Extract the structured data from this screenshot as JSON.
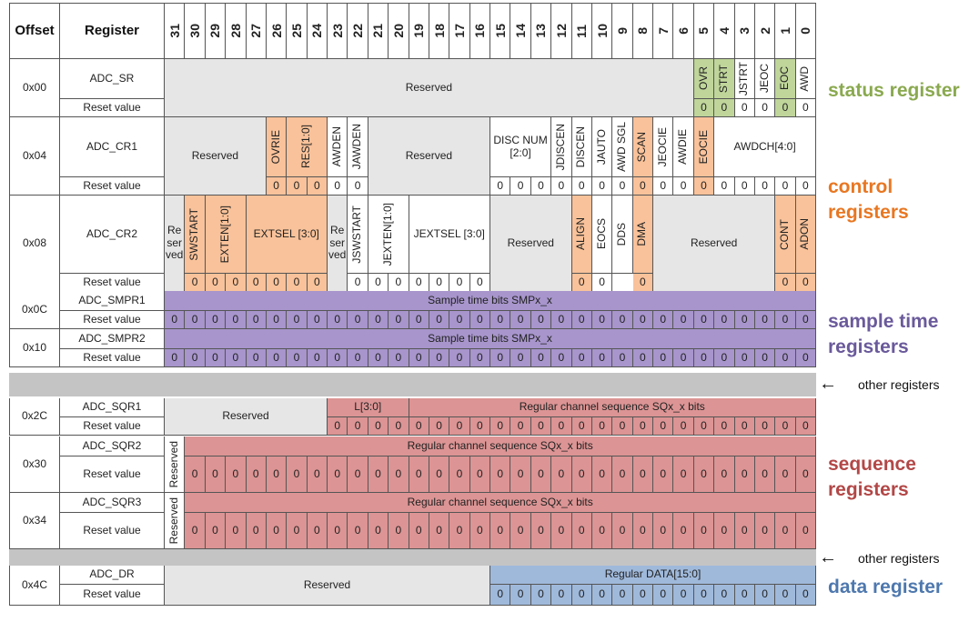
{
  "header": {
    "offset": "Offset",
    "register": "Register"
  },
  "bits": [
    "31",
    "30",
    "29",
    "28",
    "27",
    "26",
    "25",
    "24",
    "23",
    "22",
    "21",
    "20",
    "19",
    "18",
    "17",
    "16",
    "15",
    "14",
    "13",
    "12",
    "11",
    "10",
    "9",
    "8",
    "7",
    "6",
    "5",
    "4",
    "3",
    "2",
    "1",
    "0"
  ],
  "rows": [
    {
      "offset": "0x00",
      "name": "ADC_SR",
      "reset": "Reset value",
      "fields": [
        {
          "from": 31,
          "to": 6,
          "label": "Reserved",
          "color": "g"
        },
        {
          "from": 5,
          "to": 5,
          "label": "OVR",
          "color": "gr",
          "v": 1
        },
        {
          "from": 4,
          "to": 4,
          "label": "STRT",
          "color": "gr",
          "v": 1
        },
        {
          "from": 3,
          "to": 3,
          "label": "JSTRT",
          "color": "w",
          "v": 1
        },
        {
          "from": 2,
          "to": 2,
          "label": "JEOC",
          "color": "w",
          "v": 1
        },
        {
          "from": 1,
          "to": 1,
          "label": "EOC",
          "color": "gr",
          "v": 1
        },
        {
          "from": 0,
          "to": 0,
          "label": "AWD",
          "color": "w",
          "v": 1
        }
      ],
      "resets": {
        "5": "0",
        "4": "0",
        "3": "0",
        "2": "0",
        "1": "0",
        "0": "0"
      }
    },
    {
      "offset": "0x04",
      "name": "ADC_CR1",
      "reset": "Reset value",
      "fields": [
        {
          "from": 31,
          "to": 27,
          "label": "Reserved",
          "color": "g"
        },
        {
          "from": 26,
          "to": 26,
          "label": "OVRIE",
          "color": "o",
          "v": 1
        },
        {
          "from": 25,
          "to": 24,
          "label": "RES[1:0]",
          "color": "o",
          "v": 1
        },
        {
          "from": 23,
          "to": 23,
          "label": "AWDEN",
          "color": "w",
          "v": 1
        },
        {
          "from": 22,
          "to": 22,
          "label": "JAWDEN",
          "color": "w",
          "v": 1
        },
        {
          "from": 21,
          "to": 16,
          "label": "Reserved",
          "color": "g"
        },
        {
          "from": 15,
          "to": 13,
          "label": "DISC NUM [2:0]",
          "color": "w"
        },
        {
          "from": 12,
          "to": 12,
          "label": "JDISCEN",
          "color": "w",
          "v": 1
        },
        {
          "from": 11,
          "to": 11,
          "label": "DISCEN",
          "color": "w",
          "v": 1
        },
        {
          "from": 10,
          "to": 10,
          "label": "JAUTO",
          "color": "w",
          "v": 1
        },
        {
          "from": 9,
          "to": 9,
          "label": "AWD SGL",
          "color": "w",
          "v": 1
        },
        {
          "from": 8,
          "to": 8,
          "label": "SCAN",
          "color": "o",
          "v": 1
        },
        {
          "from": 7,
          "to": 7,
          "label": "JEOCIE",
          "color": "w",
          "v": 1
        },
        {
          "from": 6,
          "to": 6,
          "label": "AWDIE",
          "color": "w",
          "v": 1
        },
        {
          "from": 5,
          "to": 5,
          "label": "EOCIE",
          "color": "o",
          "v": 1
        },
        {
          "from": 4,
          "to": 0,
          "label": "AWDCH[4:0]",
          "color": "w"
        }
      ],
      "resets": {
        "26": "0",
        "25": "0",
        "24": "0",
        "23": "0",
        "22": "0",
        "15": "0",
        "14": "0",
        "13": "0",
        "12": "0",
        "11": "0",
        "10": "0",
        "9": "0",
        "8": "0",
        "7": "0",
        "6": "0",
        "5": "0",
        "4": "0",
        "3": "0",
        "2": "0",
        "1": "0",
        "0": "0"
      }
    },
    {
      "offset": "0x08",
      "name": "ADC_CR2",
      "reset": "Reset value",
      "fields": [
        {
          "from": 31,
          "to": 31,
          "label": "Re ser ved",
          "color": "g"
        },
        {
          "from": 30,
          "to": 30,
          "label": "SWSTART",
          "color": "o",
          "v": 1
        },
        {
          "from": 29,
          "to": 28,
          "label": "EXTEN[1:0]",
          "color": "o",
          "v": 1
        },
        {
          "from": 27,
          "to": 24,
          "label": "EXTSEL [3:0]",
          "color": "o"
        },
        {
          "from": 23,
          "to": 23,
          "label": "Re ser ved",
          "color": "g"
        },
        {
          "from": 22,
          "to": 22,
          "label": "JSWSTART",
          "color": "w",
          "v": 1
        },
        {
          "from": 21,
          "to": 20,
          "label": "JEXTEN[1:0]",
          "color": "w",
          "v": 1
        },
        {
          "from": 19,
          "to": 16,
          "label": "JEXTSEL [3:0]",
          "color": "w"
        },
        {
          "from": 15,
          "to": 12,
          "label": "Reserved",
          "color": "g"
        },
        {
          "from": 11,
          "to": 11,
          "label": "ALIGN",
          "color": "o",
          "v": 1
        },
        {
          "from": 10,
          "to": 10,
          "label": "EOCS",
          "color": "w",
          "v": 1
        },
        {
          "from": 9,
          "to": 9,
          "label": "DDS",
          "color": "w",
          "v": 1
        },
        {
          "from": 8,
          "to": 8,
          "label": "DMA",
          "color": "o",
          "v": 1
        },
        {
          "from": 7,
          "to": 2,
          "label": "Reserved",
          "color": "g"
        },
        {
          "from": 1,
          "to": 1,
          "label": "CONT",
          "color": "o",
          "v": 1
        },
        {
          "from": 0,
          "to": 0,
          "label": "ADON",
          "color": "o",
          "v": 1
        }
      ],
      "resets": {
        "30": "0",
        "29": "0",
        "28": "0",
        "27": "0",
        "26": "0",
        "25": "0",
        "24": "0",
        "22": "0",
        "21": "0",
        "20": "0",
        "19": "0",
        "18": "0",
        "17": "0",
        "16": "0",
        "11": "0",
        "10": "0",
        "8": "0",
        "1": "0",
        "0": "0"
      }
    },
    {
      "offset": "0x0C",
      "name": "ADC_SMPR1",
      "reset": "Reset value",
      "thin": true,
      "fields": [
        {
          "from": 31,
          "to": 0,
          "label": "Sample time bits SMPx_x",
          "color": "p"
        }
      ],
      "allreset": "p"
    },
    {
      "offset": "0x10",
      "name": "ADC_SMPR2",
      "reset": "Reset value",
      "thin": true,
      "fields": [
        {
          "from": 31,
          "to": 0,
          "label": "Sample time bits SMPx_x",
          "color": "p"
        }
      ],
      "allreset": "p"
    },
    {
      "offset": "0x2C",
      "name": "ADC_SQR1",
      "reset": "Reset value",
      "thin": true,
      "fields": [
        {
          "from": 31,
          "to": 24,
          "label": "Reserved",
          "color": "g",
          "span": true
        },
        {
          "from": 23,
          "to": 20,
          "label": "L[3:0]",
          "color": "r"
        },
        {
          "from": 19,
          "to": 0,
          "label": "Regular channel sequence SQx_x bits",
          "color": "r"
        }
      ],
      "fromreset": 23
    },
    {
      "offset": "0x30",
      "name": "ADC_SQR2",
      "reset": "Reset value",
      "fields": [
        {
          "from": 31,
          "to": 31,
          "label": "Reserved",
          "color": "w",
          "span": true,
          "v": 1
        },
        {
          "from": 30,
          "to": 0,
          "label": "Regular channel sequence SQx_x bits",
          "color": "r"
        }
      ],
      "fromreset": 30
    },
    {
      "offset": "0x34",
      "name": "ADC_SQR3",
      "reset": "Reset value",
      "fields": [
        {
          "from": 31,
          "to": 31,
          "label": "Reserved",
          "color": "w",
          "span": true,
          "v": 1
        },
        {
          "from": 30,
          "to": 0,
          "label": "Regular channel sequence SQx_x bits",
          "color": "r"
        }
      ],
      "fromreset": 30
    },
    {
      "offset": "0x4C",
      "name": "ADC_DR",
      "reset": "Reset value",
      "thin": true,
      "fields": [
        {
          "from": 31,
          "to": 16,
          "label": "Reserved",
          "color": "g",
          "span": true
        },
        {
          "from": 15,
          "to": 0,
          "label": "Regular DATA[15:0]",
          "color": "b"
        }
      ],
      "fromreset": 15
    }
  ],
  "groups": [
    {
      "label": "status register",
      "color": "#8aa94f"
    },
    {
      "label": "control registers",
      "color": "#e87722"
    },
    {
      "label": "sample time registers",
      "color": "#6a5a9b"
    },
    {
      "label": "sequence registers",
      "color": "#b34747"
    },
    {
      "label": "data register",
      "color": "#4e78ae"
    }
  ],
  "notes": {
    "other1": "other registers",
    "other2": "other registers"
  }
}
